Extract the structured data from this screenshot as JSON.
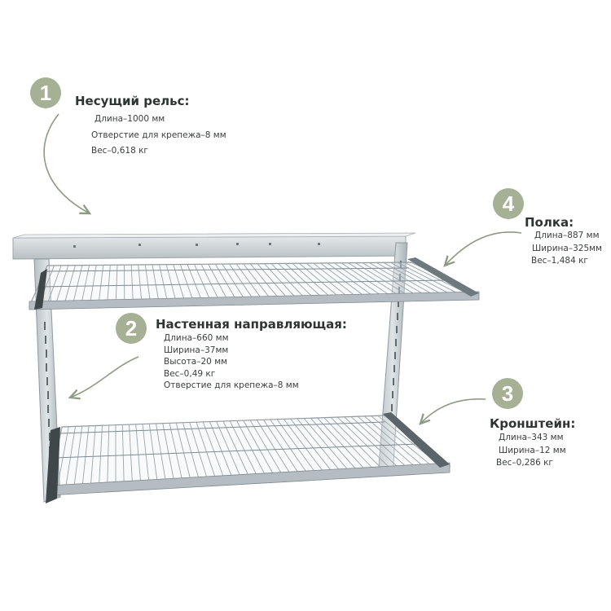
{
  "colors": {
    "badge": "#a5b095",
    "arrow": "#8e9a83",
    "metal": "#c9d0d3",
    "metal_dark": "#8f9aa0"
  },
  "callouts": [
    {
      "number": "1",
      "title": "Несущий рельс:",
      "specs": [
        "Длина–1000 мм",
        "Отверстие для крепежа–8 мм",
        "Вес–0,618 кг"
      ]
    },
    {
      "number": "2",
      "title": "Настенная направляющая:",
      "specs": [
        "Длина–660 мм",
        "Ширина–37мм",
        "Высота–20 мм",
        "Вес–0,49 кг",
        "Отверстие для крепежа–8 мм"
      ]
    },
    {
      "number": "3",
      "title": "Кронштейн:",
      "specs": [
        "Длина–343 мм",
        "Ширина–12 мм",
        "Вес–0,286 кг"
      ]
    },
    {
      "number": "4",
      "title": "Полка:",
      "specs": [
        "Длина–887 мм",
        "Ширина–325мм",
        "Вес–1,484 кг"
      ]
    }
  ]
}
